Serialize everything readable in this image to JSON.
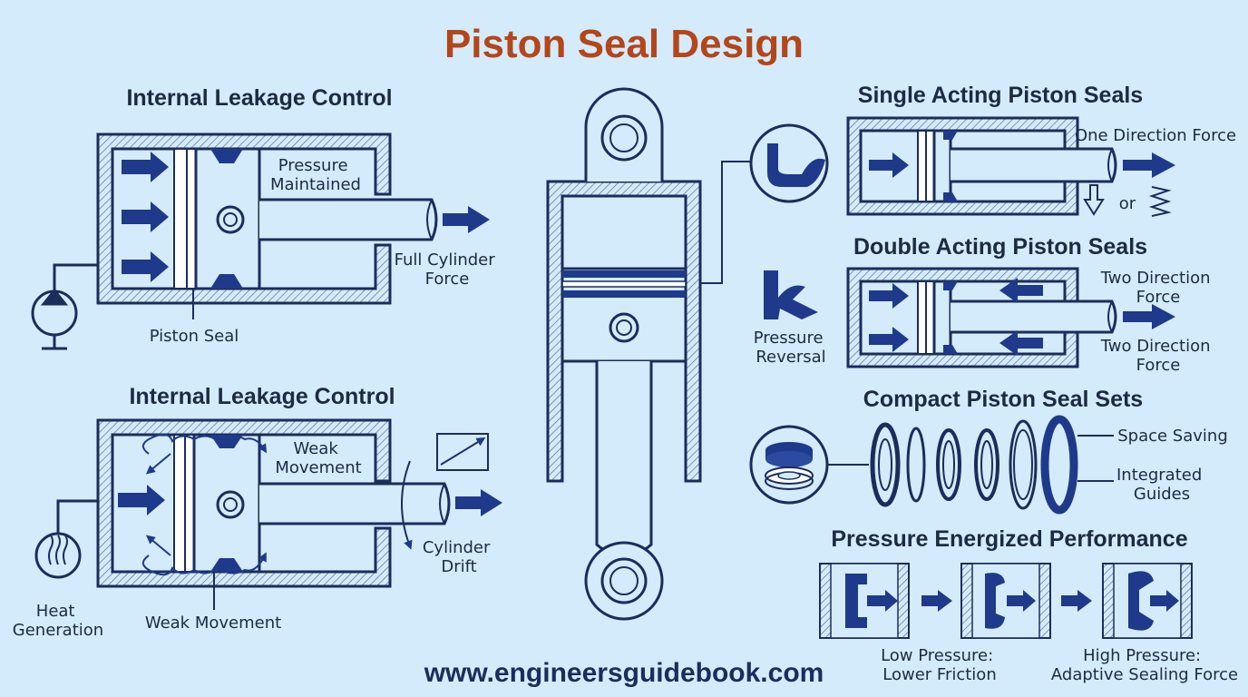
{
  "title": "Piston Seal Design",
  "website": "www.engineersguidebook.com",
  "colors": {
    "title": "#b3461b",
    "ink": "#1b2d5a",
    "seal": "#1f3a8a",
    "background": "#d4ebfb"
  },
  "left_top": {
    "heading": "Internal Leakage Control",
    "pressure_label": [
      "Pressure",
      "Maintained"
    ],
    "force_label": [
      "Full Cylinder",
      "Force"
    ],
    "seal_label": "Piston Seal"
  },
  "left_bottom": {
    "heading": "Internal Leakage Control",
    "weak_label": [
      "Weak",
      "Movement"
    ],
    "drift_label": [
      "Cylinder",
      "Drift"
    ],
    "heat_label": [
      "Heat",
      "Generation"
    ],
    "weak_bottom_label": "Weak Movement"
  },
  "single_acting": {
    "heading": "Single Acting Piston Seals",
    "force_label": "One Direction Force",
    "or_label": "or"
  },
  "double_acting": {
    "heading": "Double Acting Piston Seals",
    "top_label": [
      "Two Direction",
      "Force"
    ],
    "bottom_label": [
      "Two Direction",
      "Force"
    ],
    "reversal_label": [
      "Pressure",
      "Reversal"
    ]
  },
  "compact": {
    "heading": "Compact Piston Seal Sets",
    "space_label": "Space Saving",
    "guides_label": [
      "Integrated",
      "Guides"
    ]
  },
  "energized": {
    "heading": "Pressure Energized Performance",
    "low_label": [
      "Low Pressure:",
      "Lower Friction"
    ],
    "high_label": [
      "High Pressure:",
      "Adaptive Sealing Force"
    ]
  }
}
